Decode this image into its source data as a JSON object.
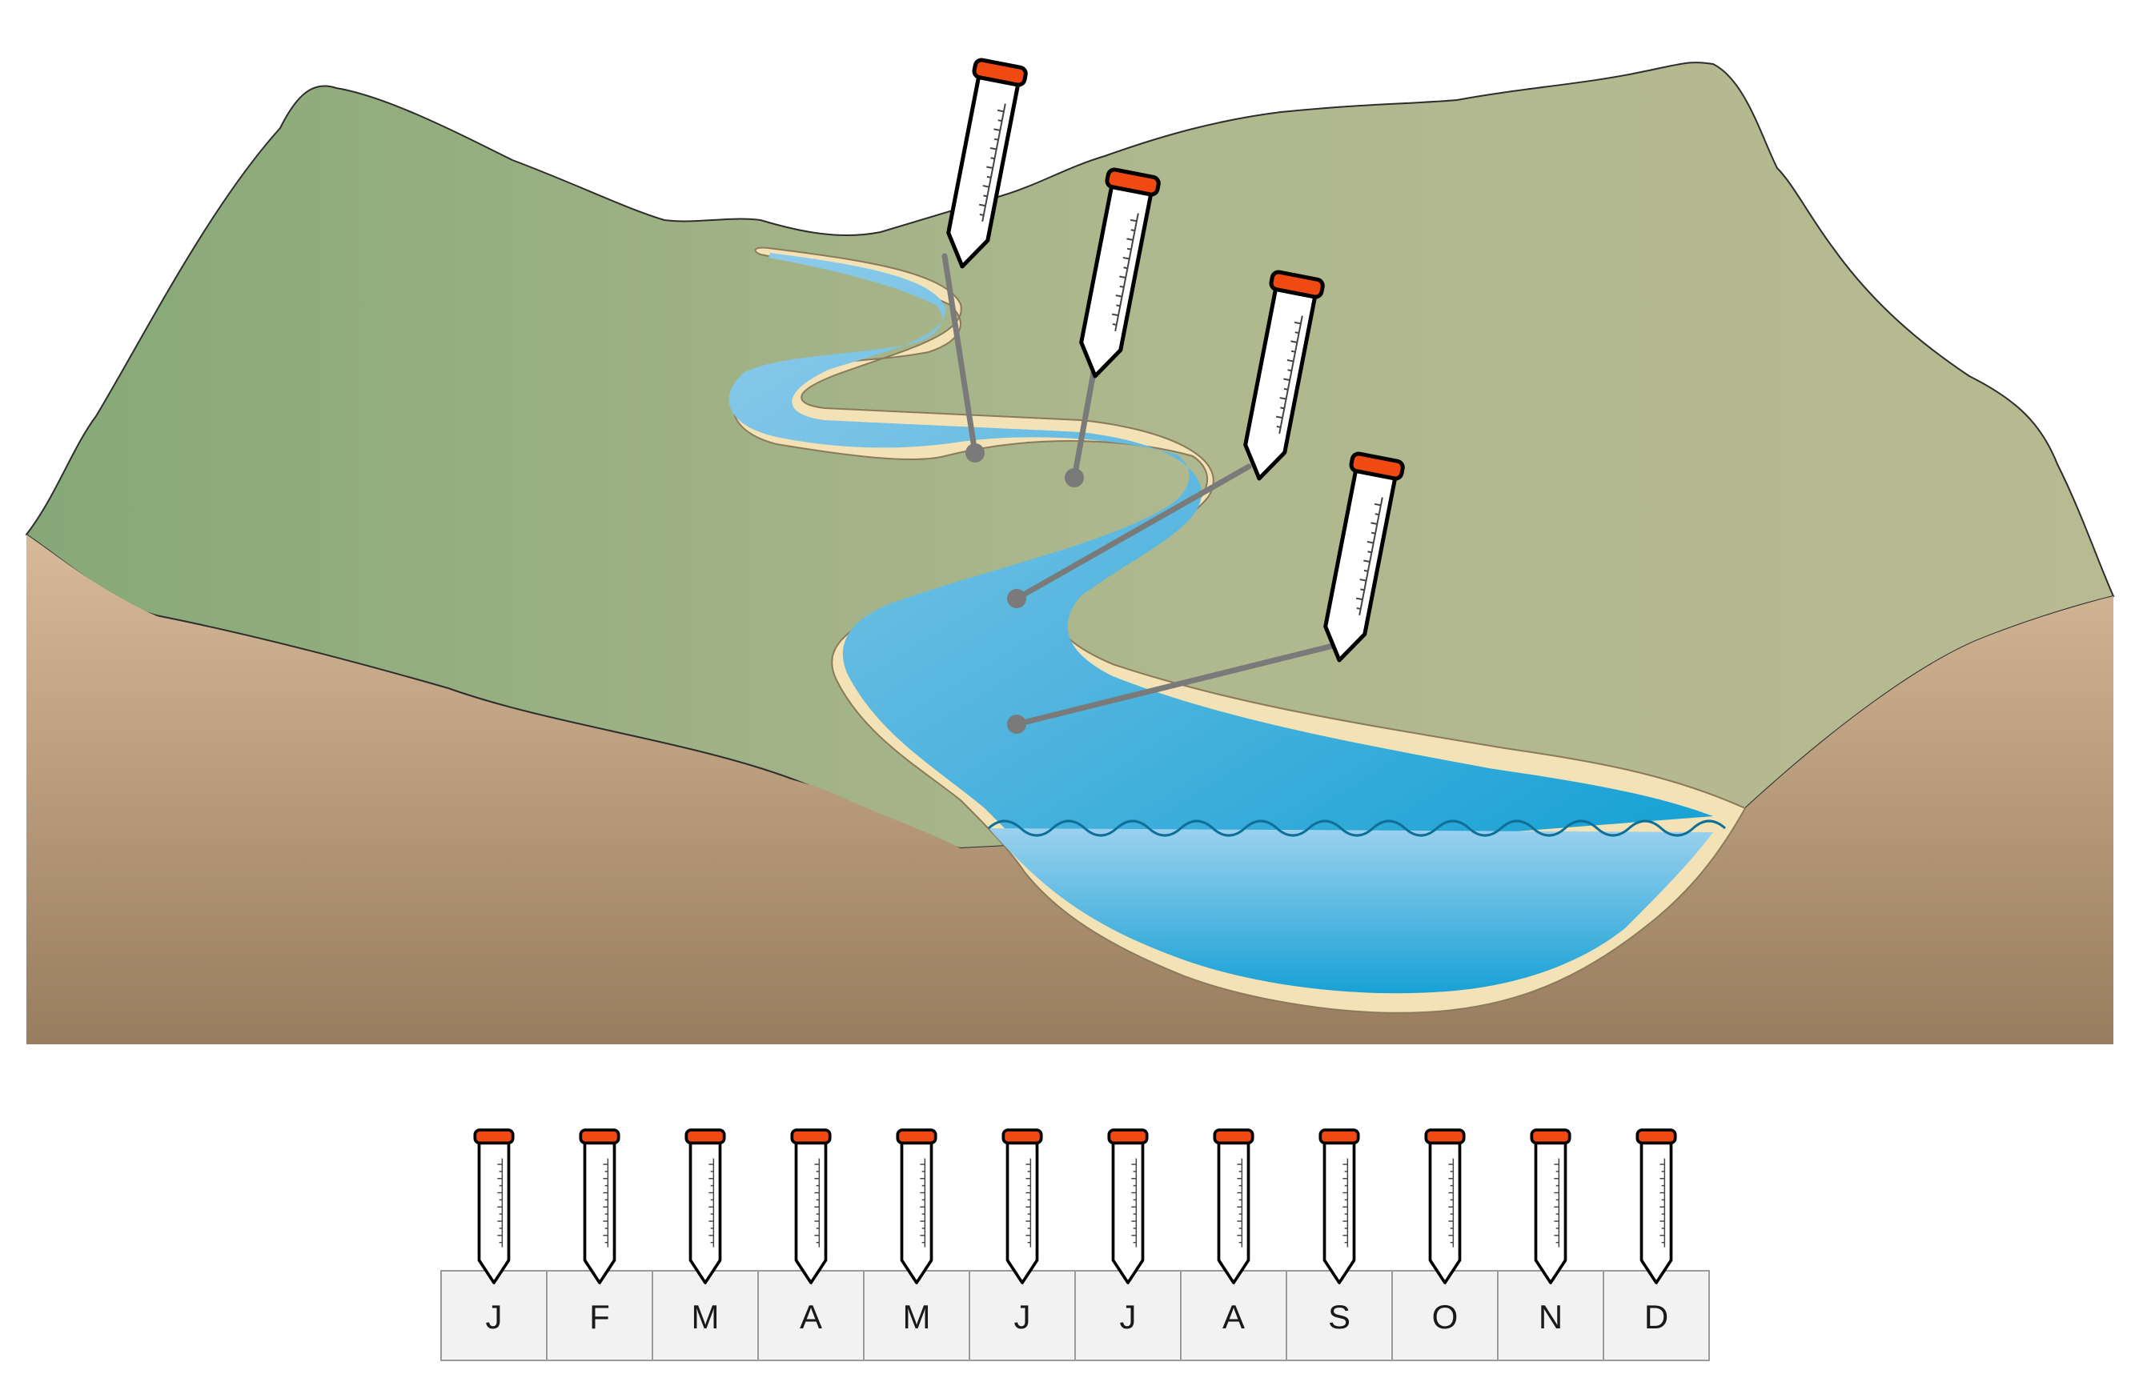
{
  "landscape": {
    "colors": {
      "hill_dark": "#86a877",
      "hill_light": "#b4b98f",
      "soil_top": "#d6b897",
      "soil_bottom": "#9a7f60",
      "water_light": "#8cc9ea",
      "water_dark": "#1aa3d6",
      "bank": "#f3e2b5",
      "sampling_line": "#7a7a7a",
      "tube_cap": "#f04a12"
    },
    "sampling_tube_count": 4
  },
  "calendar": {
    "months": [
      "J",
      "F",
      "M",
      "A",
      "M",
      "J",
      "J",
      "A",
      "S",
      "O",
      "N",
      "D"
    ]
  }
}
